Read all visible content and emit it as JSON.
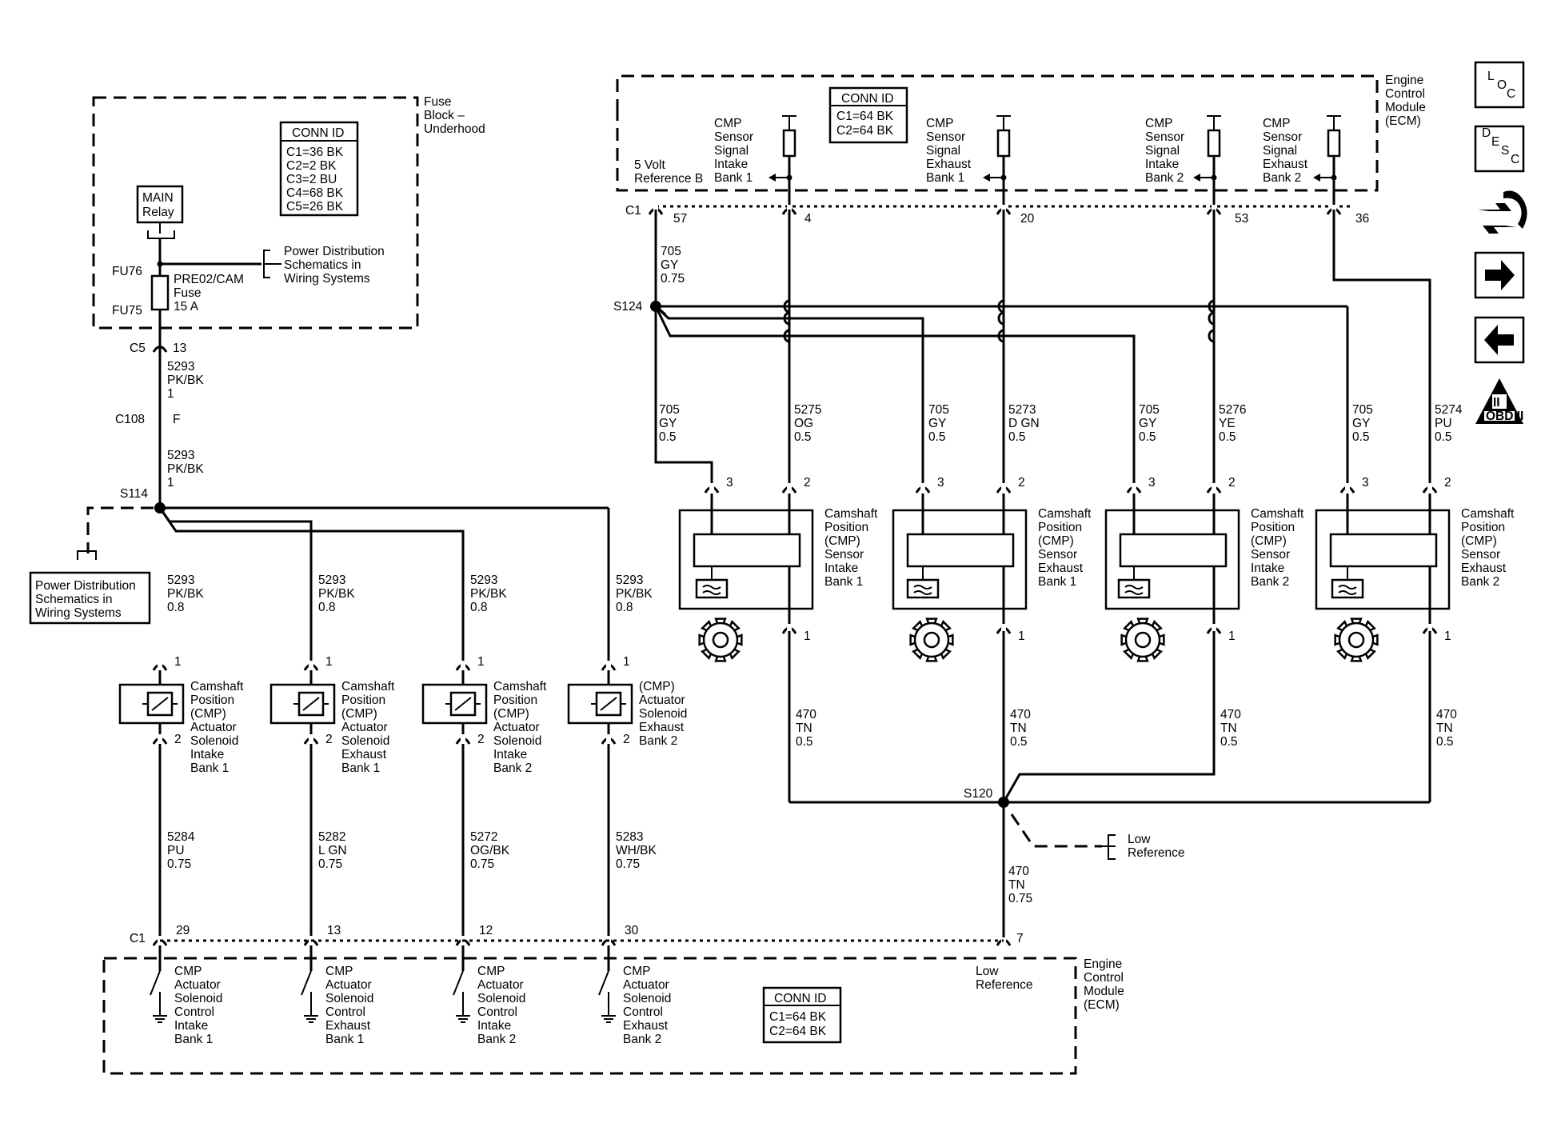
{
  "ecm_top": {
    "title_lines": [
      "Engine",
      "Control",
      "Module",
      "(ECM)"
    ],
    "conn_id": {
      "title": "CONN ID",
      "rows": [
        "C1=64 BK",
        "C2=64 BK"
      ]
    },
    "five_volt": [
      "5 Volt",
      "Reference B"
    ],
    "connector": "C1",
    "pins": [
      "57",
      "4",
      "20",
      "53",
      "36"
    ],
    "signals": [
      [
        "CMP",
        "Sensor",
        "Signal",
        "Intake",
        "Bank 1"
      ],
      [
        "CMP",
        "Sensor",
        "Signal",
        "Exhaust",
        "Bank 1"
      ],
      [
        "CMP",
        "Sensor",
        "Signal",
        "Intake",
        "Bank 2"
      ],
      [
        "CMP",
        "Sensor",
        "Signal",
        "Exhaust",
        "Bank 2"
      ]
    ]
  },
  "fuse_block": {
    "title_lines": [
      "Fuse",
      "Block –",
      "Underhood"
    ],
    "conn_id": {
      "title": "CONN ID",
      "rows": [
        "C1=36 BK",
        "C2=2 BK",
        "C3=2 BU",
        "C4=68 BK",
        "C5=26 BK"
      ]
    },
    "relay": [
      "MAIN",
      "Relay"
    ],
    "fu76": "FU76",
    "fu75": "FU75",
    "fuse": [
      "PRE02/CAM",
      "Fuse",
      "15 A"
    ],
    "power_dist": [
      "Power Distribution",
      "Schematics in",
      "Wiring Systems"
    ]
  },
  "power_dist_left": [
    "Power Distribution",
    "Schematics in",
    "Wiring Systems"
  ],
  "splices": {
    "s124": "S124",
    "s114": "S114",
    "s120": "S120"
  },
  "connectors": {
    "c5": "C5",
    "c5_pin": "13",
    "c108": "C108",
    "c108_pin": "F",
    "c1_bottom": "C1"
  },
  "wires": {
    "w705_top": [
      "705",
      "GY",
      "0.75"
    ],
    "w5293_a": [
      "5293",
      "PK/BK",
      "1"
    ],
    "w5293_b": [
      "5293",
      "PK/BK",
      "1"
    ],
    "sensor_wires": [
      [
        "705",
        "GY",
        "0.5"
      ],
      [
        "5275",
        "OG",
        "0.5"
      ],
      [
        "705",
        "GY",
        "0.5"
      ],
      [
        "5273",
        "D GN",
        "0.5"
      ],
      [
        "705",
        "GY",
        "0.5"
      ],
      [
        "5276",
        "YE",
        "0.5"
      ],
      [
        "705",
        "GY",
        "0.5"
      ],
      [
        "5274",
        "PU",
        "0.5"
      ]
    ],
    "ground_wires": [
      [
        "470",
        "TN",
        "0.5"
      ],
      [
        "470",
        "TN",
        "0.5"
      ],
      [
        "470",
        "TN",
        "0.5"
      ],
      [
        "470",
        "TN",
        "0.5"
      ]
    ],
    "w470_main": [
      "470",
      "TN",
      "0.75"
    ],
    "actuator_feed": [
      [
        "5293",
        "PK/BK",
        "0.8"
      ],
      [
        "5293",
        "PK/BK",
        "0.8"
      ],
      [
        "5293",
        "PK/BK",
        "0.8"
      ],
      [
        "5293",
        "PK/BK",
        "0.8"
      ]
    ],
    "actuator_ctrl": [
      [
        "5284",
        "PU",
        "0.75"
      ],
      [
        "5282",
        "L GN",
        "0.75"
      ],
      [
        "5272",
        "OG/BK",
        "0.75"
      ],
      [
        "5283",
        "WH/BK",
        "0.75"
      ]
    ]
  },
  "sensors": [
    {
      "name": [
        "Camshaft",
        "Position",
        "(CMP)",
        "Sensor",
        "Intake",
        "Bank 1"
      ],
      "p3": "3",
      "p2": "2",
      "p1": "1"
    },
    {
      "name": [
        "Camshaft",
        "Position",
        "(CMP)",
        "Sensor",
        "Exhaust",
        "Bank 1"
      ],
      "p3": "3",
      "p2": "2",
      "p1": "1"
    },
    {
      "name": [
        "Camshaft",
        "Position",
        "(CMP)",
        "Sensor",
        "Intake",
        "Bank 2"
      ],
      "p3": "3",
      "p2": "2",
      "p1": "1"
    },
    {
      "name": [
        "Camshaft",
        "Position",
        "(CMP)",
        "Sensor",
        "Exhaust",
        "Bank 2"
      ],
      "p3": "3",
      "p2": "2",
      "p1": "1"
    }
  ],
  "actuators": [
    {
      "name": [
        "Camshaft",
        "Position",
        "(CMP)",
        "Actuator",
        "Solenoid",
        "Intake",
        "Bank 1"
      ],
      "p1": "1",
      "p2": "2"
    },
    {
      "name": [
        "Camshaft",
        "Position",
        "(CMP)",
        "Actuator",
        "Solenoid",
        "Exhaust",
        "Bank 1"
      ],
      "p1": "1",
      "p2": "2"
    },
    {
      "name": [
        "Camshaft",
        "Position",
        "(CMP)",
        "Actuator",
        "Solenoid",
        "Intake",
        "Bank 2"
      ],
      "p1": "1",
      "p2": "2"
    },
    {
      "name": [
        "(CMP)",
        "Actuator",
        "Solenoid",
        "Exhaust",
        "Bank 2"
      ],
      "p1": "1",
      "p2": "2"
    }
  ],
  "low_reference": [
    "Low",
    "Reference"
  ],
  "ecm_bottom": {
    "title_lines": [
      "Engine",
      "Control",
      "Module",
      "(ECM)"
    ],
    "conn_id": {
      "title": "CONN ID",
      "rows": [
        "C1=64 BK",
        "C2=64 BK"
      ]
    },
    "pins": [
      "29",
      "13",
      "12",
      "30",
      "7"
    ],
    "controls": [
      [
        "CMP",
        "Actuator",
        "Solenoid",
        "Control",
        "Intake",
        "Bank 1"
      ],
      [
        "CMP",
        "Actuator",
        "Solenoid",
        "Control",
        "Exhaust",
        "Bank 1"
      ],
      [
        "CMP",
        "Actuator",
        "Solenoid",
        "Control",
        "Intake",
        "Bank 2"
      ],
      [
        "CMP",
        "Actuator",
        "Solenoid",
        "Control",
        "Exhaust",
        "Bank 2"
      ]
    ],
    "low_ref": [
      "Low",
      "Reference"
    ]
  },
  "nav": {
    "loc": [
      "L",
      "O",
      "C"
    ],
    "desc": [
      "D",
      "E",
      "S",
      "C"
    ],
    "obd": "OBD II",
    "obd_numeral": "II",
    "icons": [
      "loc-icon",
      "desc-icon",
      "connector-tool-icon",
      "next-arrow-icon",
      "previous-arrow-icon",
      "obd-ii-icon"
    ]
  }
}
